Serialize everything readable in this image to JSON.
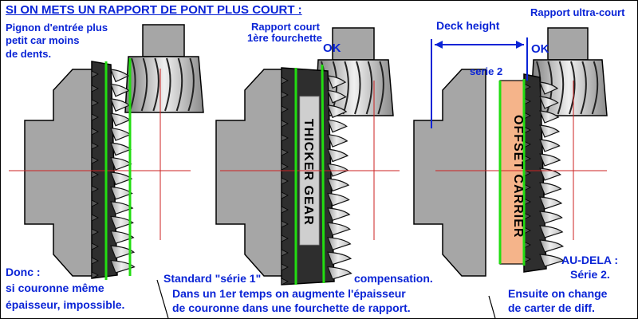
{
  "title": "SI ON METS UN RAPPORT DE PONT PLUS COURT :",
  "panel1": {
    "pinion_note": [
      "Pignon d'entrée plus",
      "petit car moins",
      "de dents."
    ],
    "bottom_note": [
      "Donc :",
      "si couronne même",
      "épaisseur, impossible."
    ]
  },
  "panel2": {
    "top_note": [
      "Rapport court",
      "1ère fourchette"
    ],
    "ok": "OK",
    "gear_label": "THICKER GEAR",
    "standard_note": "Standard \"série 1\"",
    "compensation": "compensation.",
    "caption": [
      "Dans un 1er temps on augmente l'épaisseur",
      "de couronne dans une fourchette de rapport."
    ]
  },
  "panel3": {
    "top_note": "Rapport ultra-court",
    "deck_height": "Deck height",
    "ok": "OK",
    "serie2": "serie 2",
    "carrier_label": "OFFSET CARRIER",
    "beyond": [
      "AU-DELA :",
      "Série 2."
    ],
    "caption": [
      "Ensuite on change",
      "de carter de diff."
    ]
  },
  "colors": {
    "text_blue": "#0a24d6",
    "highlight_green": "#22dd11",
    "carrier_orange": "#f5b48a",
    "housing_gray": "#a6a6a6",
    "gear_dark": "#2e2e2e",
    "teeth_light": "#dcdcdc",
    "axis_red": "#cc2222"
  }
}
